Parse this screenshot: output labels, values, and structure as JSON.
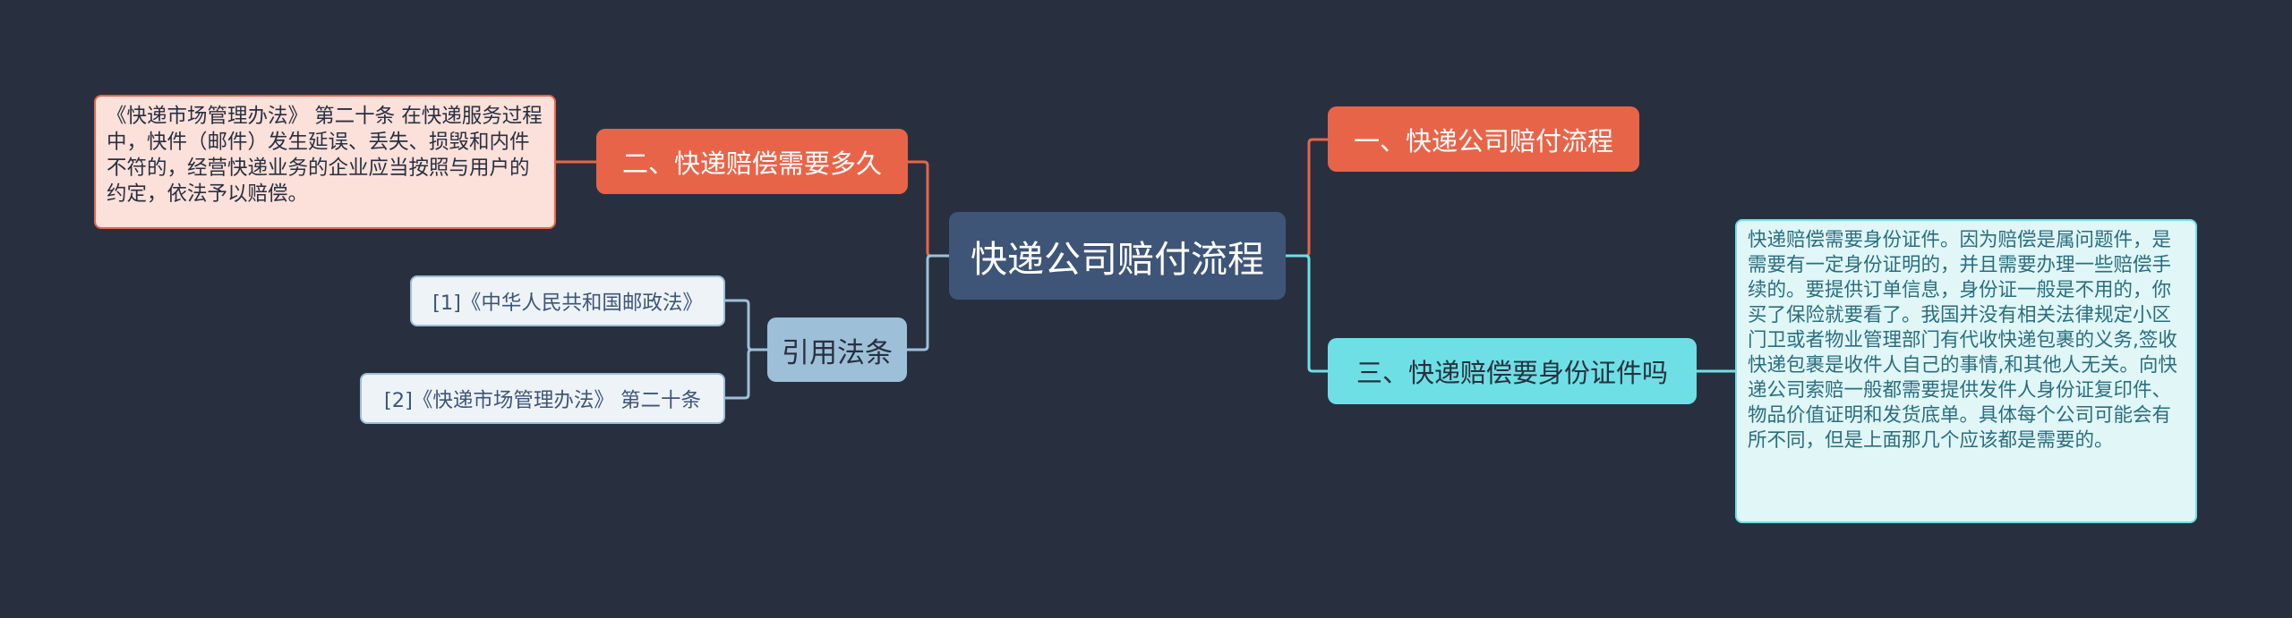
{
  "mindmap": {
    "root": {
      "label": "快递公司赔付流程"
    },
    "branches": {
      "right_1": {
        "label": "一、快递公司赔付流程"
      },
      "left_2": {
        "label": "二、快递赔偿需要多久",
        "note": "《快递市场管理办法》 第二十条 在快递服务过程中，快件（邮件）发生延误、丢失、损毁和内件不符的，经营快递业务的企业应当按照与用户的约定，依法予以赔偿。"
      },
      "right_3": {
        "label": "三、快递赔偿要身份证件吗",
        "note": "快递赔偿需要身份证件。因为赔偿是属问题件，是需要有一定身份证明的，并且需要办理一些赔偿手续的。要提供订单信息，身份证一般是不用的，你买了保险就要看了。我国并没有相关法律规定小区门卫或者物业管理部门有代收快递包裹的义务,签收快递包裹是收件人自己的事情,和其他人无关。向快递公司索赔一般都需要提供发件人身份证复印件、物品价值证明和发货底单。具体每个公司可能会有所不同，但是上面那几个应该都是需要的。"
      },
      "citations": {
        "label": "引用法条",
        "items": [
          "[1]《中华人民共和国邮政法》",
          "[2]《快递市场管理办法》 第二十条"
        ]
      }
    },
    "colors": {
      "background": "#283040",
      "root": "#3e5578",
      "orange": "#e86448",
      "cyan": "#6ee0e5",
      "blue": "#9dc0d8"
    }
  }
}
